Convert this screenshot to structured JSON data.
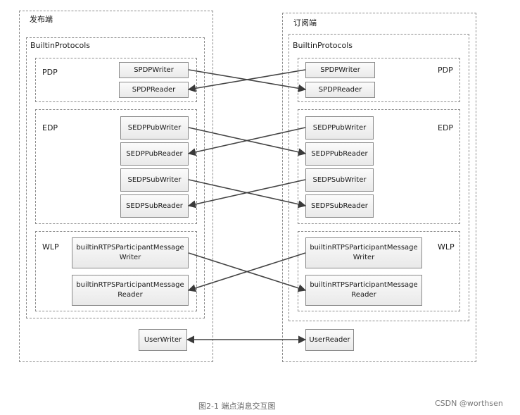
{
  "left": {
    "title": "发布端",
    "builtin": "BuiltinProtocols",
    "pdp": {
      "label": "PDP",
      "writer": "SPDPWriter",
      "reader": "SPDPReader"
    },
    "edp": {
      "label": "EDP",
      "pub_writer": "SEDPPubWriter",
      "pub_reader": "SEDPPubReader",
      "sub_writer": "SEDPSubWriter",
      "sub_reader": "SEDPSubReader"
    },
    "wlp": {
      "label": "WLP",
      "writer_l1": "builtinRTPSParticipantMessage",
      "writer_l2": "Writer",
      "reader_l1": "builtinRTPSParticipantMessage",
      "reader_l2": "Reader"
    },
    "user": "UserWriter"
  },
  "right": {
    "title": "订阅端",
    "builtin": "BuiltinProtocols",
    "pdp": {
      "label": "PDP",
      "writer": "SPDPWriter",
      "reader": "SPDPReader"
    },
    "edp": {
      "label": "EDP",
      "pub_writer": "SEDPPubWriter",
      "pub_reader": "SEDPPubReader",
      "sub_writer": "SEDPSubWriter",
      "sub_reader": "SEDPSubReader"
    },
    "wlp": {
      "label": "WLP",
      "writer_l1": "builtinRTPSParticipantMessage",
      "writer_l2": "Writer",
      "reader_l1": "builtinRTPSParticipantMessage",
      "reader_l2": "Reader"
    },
    "user": "UserReader"
  },
  "caption": "图2-1 端点消息交互图",
  "watermark": "CSDN @worthsen"
}
